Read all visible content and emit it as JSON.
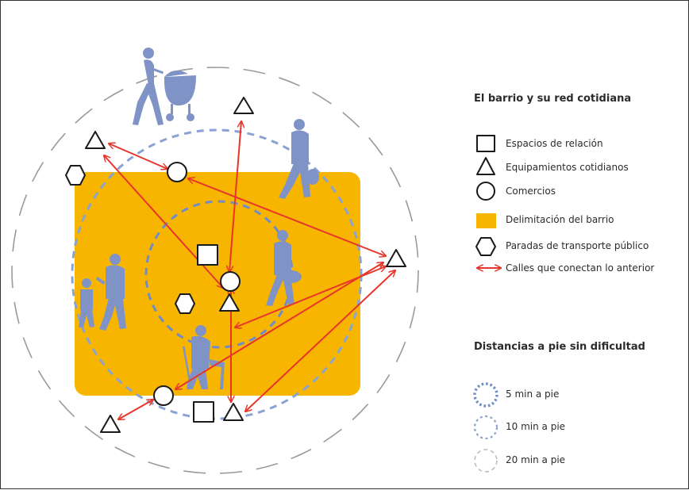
{
  "legend": {
    "title": "El barrio y su red cotidiana",
    "items": [
      {
        "label": "Espacios de relación",
        "icon": "square-icon"
      },
      {
        "label": "Equipamientos cotidianos",
        "icon": "triangle-icon"
      },
      {
        "label": "Comercios",
        "icon": "circle-icon"
      },
      {
        "label": "Delimitación del barrio",
        "icon": "yellow-rectangle-icon"
      },
      {
        "label": "Paradas de transporte público",
        "icon": "hexagon-icon"
      },
      {
        "label": "Calles que conectan lo anterior",
        "icon": "red-double-arrow-icon"
      }
    ]
  },
  "distances": {
    "title": "Distancias a pie sin dificultad",
    "items": [
      {
        "label": "5 min a pie",
        "icon": "dotted-circle-5min-icon"
      },
      {
        "label": "10 min a pie",
        "icon": "dotted-circle-10min-icon"
      },
      {
        "label": "20 min a pie",
        "icon": "dashed-circle-20min-icon"
      }
    ]
  },
  "colors": {
    "neighborhood": "#F7B500",
    "figures": "#7F93C6",
    "ring_5": "#6F8CC8",
    "ring_10": "#8AA3D2",
    "ring_20": "#9A9A9A",
    "connections": "#E8352B"
  }
}
